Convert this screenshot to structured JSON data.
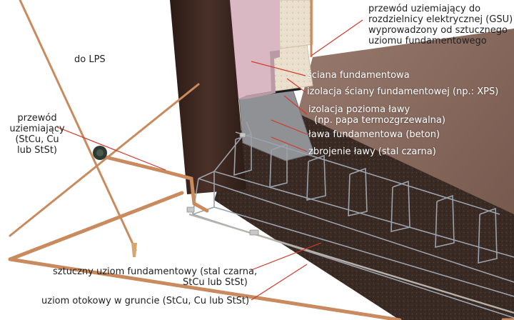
{
  "labels": {
    "gsu_line1": "przewód uziemiający do",
    "gsu_line2": "rozdzielnicy elektrycznej (GSU)",
    "gsu_line3": "wyprowadzony od sztucznego",
    "gsu_line4": "uziomu fundamentowego",
    "lps": "do LPS",
    "earth_conductor_line1": "przewód",
    "earth_conductor_line2": "uziemiający",
    "earth_conductor_line3": "(StCu, Cu",
    "earth_conductor_line4": "lub StSt)",
    "foundation_wall": "ściana fundamentowa",
    "wall_insulation": "izolacja ściany fundamentowej (np.: XPS)",
    "horizontal_insulation_line1": "izolacja pozioma ławy",
    "horizontal_insulation_line2": "(np. papa termozgrzewalna)",
    "footing": "ława fundamentowa (beton)",
    "reinforcement": "zbrojenie ławy (stal czarna)",
    "artificial_electrode_line1": "sztuczny uziom fundamentowy (stal czarna,",
    "artificial_electrode_line2": "StCu lub StSt)",
    "ring_electrode": "uziom otokowy w gruncie (StCu, Cu lub StSt)"
  },
  "colors": {
    "copper": "#c98a5e",
    "steel": "#9aa2ab",
    "leader": "#d23a2a",
    "soil": "#8a6a5e",
    "post": "#3a2620",
    "insulation": "#e6dccb",
    "footing_gray": "#8f9195",
    "background": "#ffffff"
  }
}
